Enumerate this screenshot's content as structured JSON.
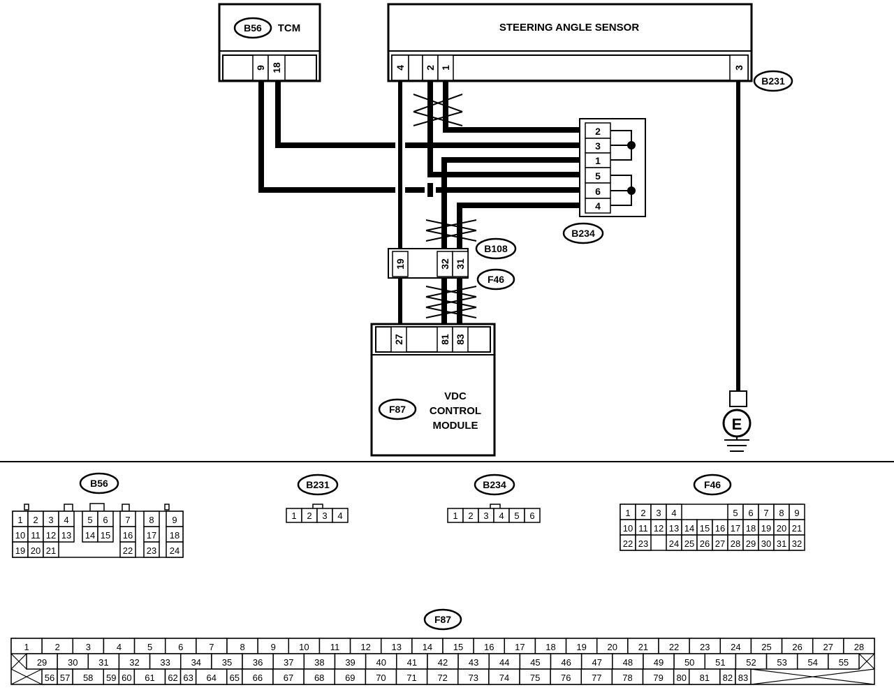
{
  "modules": {
    "tcm": {
      "connector": "B56",
      "name": "TCM",
      "pins": [
        "9",
        "18"
      ]
    },
    "sas": {
      "name": "STEERING ANGLE SENSOR",
      "connector": "B231",
      "pins": [
        "4",
        "2",
        "1",
        "3"
      ]
    },
    "vdc": {
      "connector": "F87",
      "name_lines": [
        "VDC",
        "CONTROL",
        "MODULE"
      ],
      "pins": [
        "27",
        "81",
        "83"
      ]
    }
  },
  "joint": {
    "connector": "B234",
    "pins": [
      "2",
      "3",
      "1",
      "5",
      "6",
      "4"
    ]
  },
  "inline": {
    "connector_top": "B108",
    "connector_bottom": "F46",
    "pins": [
      "19",
      "32",
      "31"
    ]
  },
  "ground": {
    "label": "E"
  },
  "connector_views": {
    "b56": {
      "label": "B56",
      "rows": [
        [
          "1",
          "2",
          "3",
          "4",
          "",
          "5",
          "6",
          "",
          "7",
          "",
          "8",
          "",
          "9"
        ],
        [
          "10",
          "11",
          "12",
          "13",
          "",
          "14",
          "15",
          "",
          "16",
          "",
          "17",
          "",
          "18"
        ],
        [
          "19",
          "20",
          "21",
          "",
          "",
          "",
          "",
          "",
          "22",
          "",
          "23",
          "",
          "24"
        ]
      ]
    },
    "b231": {
      "label": "B231",
      "pins": [
        "1",
        "2",
        "3",
        "4"
      ]
    },
    "b234": {
      "label": "B234",
      "pins": [
        "1",
        "2",
        "3",
        "4",
        "5",
        "6"
      ]
    },
    "f46": {
      "label": "F46",
      "rows": [
        [
          "1",
          "2",
          "3",
          "4",
          "",
          "",
          "",
          "5",
          "6",
          "7",
          "8",
          "9"
        ],
        [
          "10",
          "11",
          "12",
          "13",
          "14",
          "15",
          "16",
          "17",
          "18",
          "19",
          "20",
          "21"
        ],
        [
          "22",
          "23",
          "",
          "24",
          "25",
          "26",
          "27",
          "28",
          "29",
          "30",
          "31",
          "32"
        ]
      ]
    },
    "f87": {
      "label": "F87",
      "row1": [
        "1",
        "2",
        "3",
        "4",
        "5",
        "6",
        "7",
        "8",
        "9",
        "10",
        "11",
        "12",
        "13",
        "14",
        "15",
        "16",
        "17",
        "18",
        "19",
        "20",
        "21",
        "22",
        "23",
        "24",
        "25",
        "26",
        "27",
        "28"
      ],
      "row2": [
        "29",
        "30",
        "31",
        "32",
        "33",
        "34",
        "35",
        "36",
        "37",
        "38",
        "39",
        "40",
        "41",
        "42",
        "43",
        "44",
        "45",
        "46",
        "47",
        "48",
        "49",
        "50",
        "51",
        "52",
        "53",
        "54",
        "55"
      ],
      "row3": [
        "56",
        "57",
        "58",
        "59",
        "60",
        "61",
        "62",
        "63",
        "64",
        "65",
        "66",
        "67",
        "68",
        "69",
        "70",
        "71",
        "72",
        "73",
        "74",
        "75",
        "76",
        "77",
        "78",
        "79",
        "80",
        "81",
        "82",
        "83"
      ]
    }
  }
}
